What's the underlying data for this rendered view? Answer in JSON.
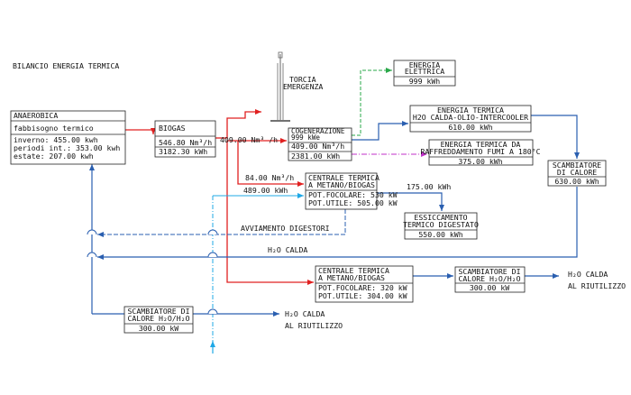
{
  "title": "BILANCIO ENERGIA TERMICA",
  "colors": {
    "red": "#e02020",
    "blue": "#2a5fb0",
    "green": "#2aa84a",
    "magenta": "#c030c8",
    "cyan": "#1fa8e6",
    "line": "#222222"
  },
  "anaerobica": {
    "title": "ANAEROBICA",
    "subtitle": "fabbisogno termico",
    "inverno": "inverno: 455.00 kwh",
    "periodi": "periodi int.: 353.00 kwh",
    "estate": "estate: 207.00 kwh"
  },
  "biogas": {
    "title": "BIOGAS",
    "flow": "546.80 Nm³/h",
    "energy": "3182.30 kWh"
  },
  "torcia": {
    "line1": "TORCIA",
    "line2": "EMERGENZA"
  },
  "flow_cogen": "409.00 Nm³ /h",
  "cogen": {
    "title": "COGENERAZIONE",
    "power": "999 kWe",
    "flow": "409.00 Nm³/h",
    "energy": "2381.00 kWh"
  },
  "elettrica": {
    "line1": "ENERGIA",
    "line2": "ELETTRICA",
    "value": "999 kWh"
  },
  "termica_h2o": {
    "line1": "ENERGIA TERMICA",
    "line2": "H2O CALDA-OLIO-INTERCOOLER",
    "value": "610.00 kWh"
  },
  "termica_fumi": {
    "line1": "ENERGIA TERMICA DA",
    "line2": "RAFFREDDAMENTO FUMI A 180°C",
    "value": "375.00 kWh"
  },
  "scambiatore_right": {
    "line1": "SCAMBIATORE",
    "line2": "DI CALORE",
    "value": "630.00 kWh"
  },
  "flow_centrale1": "84.00 Nm³/h",
  "centrale1": {
    "line1": "CENTRALE TERMICA",
    "line2": "A METANO/BIOGAS",
    "focolare": "POT.FOCOLARE: 530 kW",
    "utile": "POT.UTILE: 505.00 kW"
  },
  "flow_489": "489.00 kWh",
  "flow_175": "175.00 kWh",
  "essiccamento": {
    "line1": "ESSICCAMENTO",
    "line2": "TERMICO DIGESTATO",
    "value": "550.00 kWh"
  },
  "avviamento": "AVVIAMENTO DIGESTORI",
  "h2o_calda": "H₂O CALDA",
  "centrale2": {
    "line1": "CENTRALE TERMICA",
    "line2": "A METANO/BIOGAS",
    "focolare": "POT.FOCOLARE: 320 kW",
    "utile": "POT.UTILE: 304.00 kW"
  },
  "scambiatore_mid": {
    "line1": "SCAMBIATORE DI",
    "line2": "CALORE H₂O/H₂O",
    "value": "300.00 kW"
  },
  "riutilizzo_right": {
    "line1": "H₂O CALDA",
    "line2": "AL RIUTILIZZO"
  },
  "scambiatore_bottom": {
    "line1": "SCAMBIATORE DI",
    "line2": "CALORE H₂O/H₂O",
    "value": "300.00 kW"
  },
  "riutilizzo_bottom": {
    "line1": "H₂O CALDA",
    "line2": "AL RIUTILIZZO"
  }
}
